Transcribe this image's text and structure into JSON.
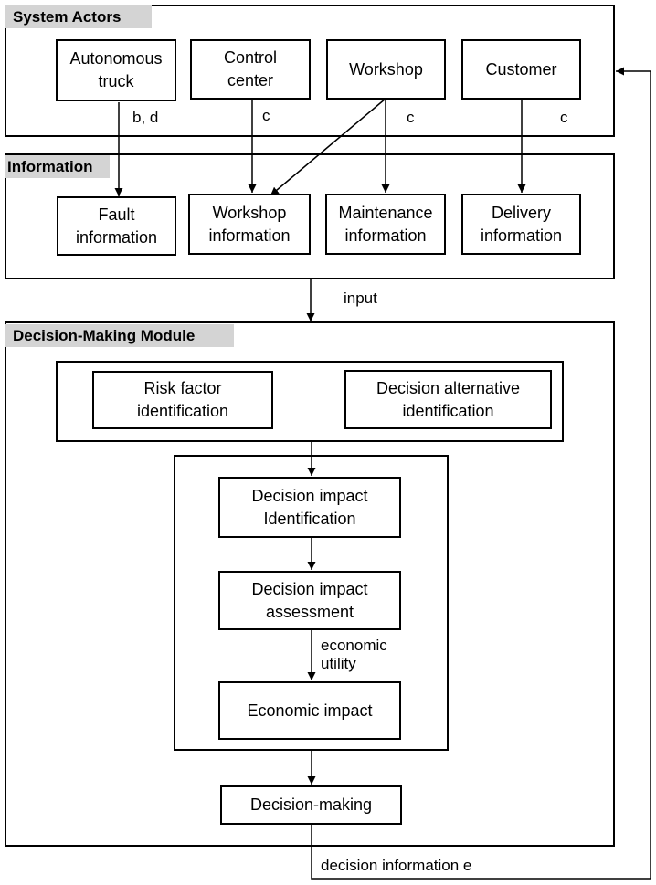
{
  "sections": {
    "actors": "System  Actors",
    "information": "Information",
    "decision": "Decision-Making Module"
  },
  "actors": {
    "truck": "Autonomous\ntruck",
    "control": "Control\ncenter",
    "workshop": "Workshop",
    "customer": "Customer"
  },
  "information": {
    "fault": "Fault\ninformation",
    "workshop": "Workshop\ninformation",
    "maintenance": "Maintenance\ninformation",
    "delivery": "Delivery\ninformation"
  },
  "module": {
    "risk": "Risk  factor\nidentification",
    "alternative": "Decision alternative\nidentification",
    "impact_id": "Decision impact\nIdentification",
    "impact_assess": "Decision impact\nassessment",
    "economic": "Economic impact",
    "decision": "Decision-making"
  },
  "labels": {
    "bd": "b, d",
    "c1": "c",
    "c2": "c",
    "c3": "c",
    "input": "input",
    "economic_utility": "economic\nutility",
    "decision_info": "decision information e"
  }
}
